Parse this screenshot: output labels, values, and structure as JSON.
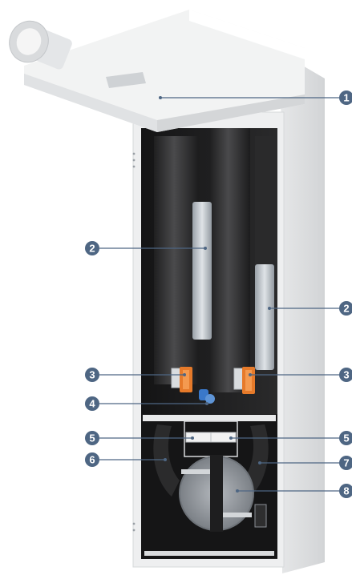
{
  "diagram": {
    "colors": {
      "callout": "#4e6683",
      "leader": "#4e6683",
      "housing": "#ecedee",
      "duct": "#2f2f30",
      "pipe": "#b8bec4",
      "valve": "#e67a2a",
      "sensor": "#3a78c9",
      "rotor": "#8e9298"
    },
    "callouts": [
      {
        "id": "c1",
        "label": "1"
      },
      {
        "id": "c2a",
        "label": "2"
      },
      {
        "id": "c2b",
        "label": "2"
      },
      {
        "id": "c3a",
        "label": "3"
      },
      {
        "id": "c3b",
        "label": "3"
      },
      {
        "id": "c4",
        "label": "4"
      },
      {
        "id": "c5a",
        "label": "5"
      },
      {
        "id": "c5b",
        "label": "5"
      },
      {
        "id": "c6",
        "label": "6"
      },
      {
        "id": "c7",
        "label": "7"
      },
      {
        "id": "c8",
        "label": "8"
      }
    ]
  }
}
